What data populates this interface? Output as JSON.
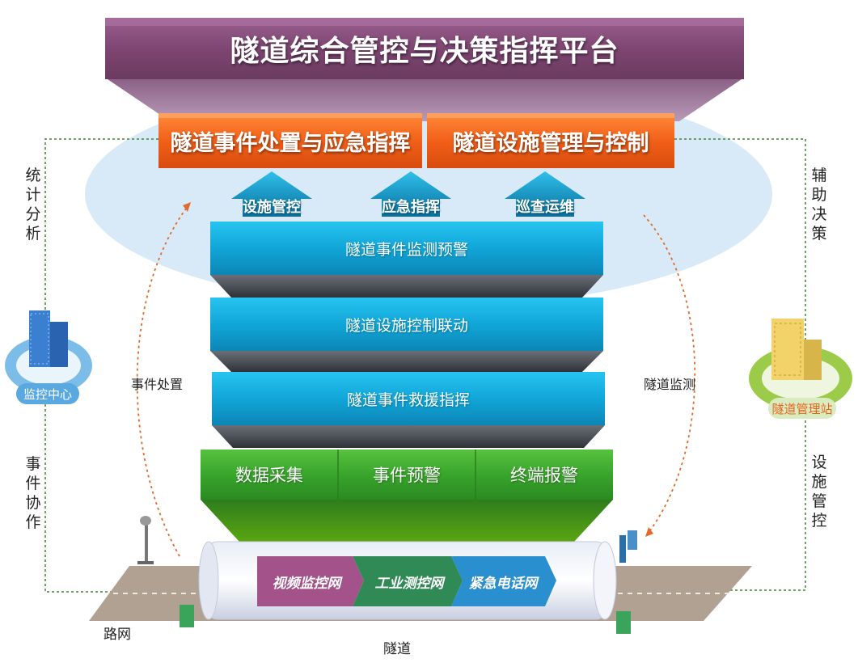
{
  "title": "隧道综合管控与决策指挥平台",
  "top_boxes": [
    "隧道事件处置与应急指挥",
    "隧道设施管理与控制"
  ],
  "arrows": [
    "设施管控",
    "应急指挥",
    "巡查运维"
  ],
  "layers": [
    "隧道事件监测预警",
    "隧道设施控制联动",
    "隧道事件救援指挥"
  ],
  "green_layer": [
    "数据采集",
    "事件预警",
    "终端报警"
  ],
  "networks": [
    "视频监控网",
    "工业测控网",
    "紧急电话网"
  ],
  "left_side": {
    "top_vertical": "统计分析",
    "center_label": "监控中心",
    "bottom_vertical": "事件协作",
    "curve_label": "事件处置"
  },
  "right_side": {
    "top_vertical": "辅助决策",
    "center_label": "隧道管理站",
    "bottom_vertical": "设施管控",
    "curve_label": "隧道监测"
  },
  "ground_labels": {
    "road": "路网",
    "tunnel": "隧道"
  },
  "colors": {
    "title_purple": "#8a4f7d",
    "orange": "#f05a1a",
    "cyan": "#12a9da",
    "green": "#3aa82e",
    "ellipse": "#d6e8f6"
  }
}
